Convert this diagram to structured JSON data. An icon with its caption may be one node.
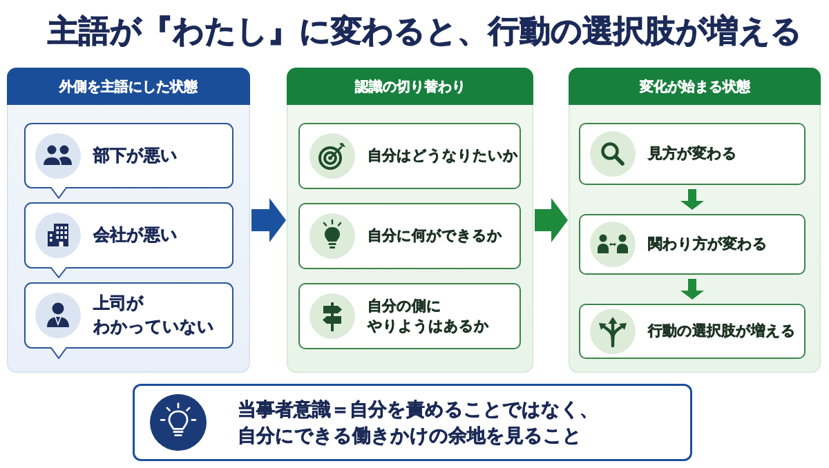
{
  "diagram": {
    "title": "主語が『わたし』に変わると、行動の選択肢が増える",
    "nodes": [
      {
        "text": [
          "外側を主語にした状態"
        ]
      },
      {
        "text": [
          "部下が悪い"
        ],
        "in": 0
      },
      {
        "text": [
          "会社が悪い"
        ],
        "in": 0
      },
      {
        "text": [
          "上司がわかっていない"
        ],
        "in": 0
      },
      {
        "text": [
          "認識の切り替わり"
        ]
      },
      {
        "text": [
          "自分はどうなりたいか"
        ],
        "in": 4
      },
      {
        "text": [
          "自分に何ができるか"
        ],
        "in": 4
      },
      {
        "text": [
          "自分の側にやりようはあるか"
        ],
        "in": 4
      },
      {
        "text": [
          "変化が始まる状態"
        ]
      },
      {
        "text": [
          "見方が変わる"
        ],
        "in": 8
      },
      {
        "text": [
          "関わり方が変わる"
        ],
        "in": 8
      },
      {
        "text": [
          "行動の選択肢が増える"
        ],
        "in": 8
      },
      {
        "text": [
          "当事者意識＝自分を責めることではなく、自分にできる働きかけの余地を見ること"
        ]
      }
    ],
    "edges": [
      {
        "from": 0,
        "to": 4,
        "arrow": "to",
        "style": "thick",
        "color": "#1b52a0"
      },
      {
        "from": 4,
        "to": 8,
        "arrow": "to",
        "style": "thick"
      },
      {
        "from": 9,
        "to": 10,
        "arrow": "to"
      },
      {
        "from": 10,
        "to": 11,
        "arrow": "to"
      }
    ]
  }
}
